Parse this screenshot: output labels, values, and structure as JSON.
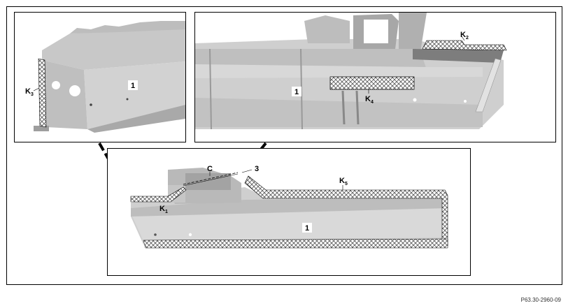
{
  "figure": {
    "reference": "P63.30-2960-09",
    "labels": {
      "part": "1",
      "k1": "K",
      "k1_sub": "1",
      "k2": "K",
      "k2_sub": "2",
      "k3": "K",
      "k3_sub": "3",
      "k4": "K",
      "k4_sub": "4",
      "k5": "K",
      "k5_sub": "5",
      "c": "C",
      "three": "3"
    }
  },
  "colors": {
    "part_light": "#d3d3d3",
    "part_mid": "#bdbdbd",
    "part_dark": "#9b9b9b",
    "border": "#000000",
    "hatch": "#555555",
    "part_label_bg": "#ffffff"
  }
}
